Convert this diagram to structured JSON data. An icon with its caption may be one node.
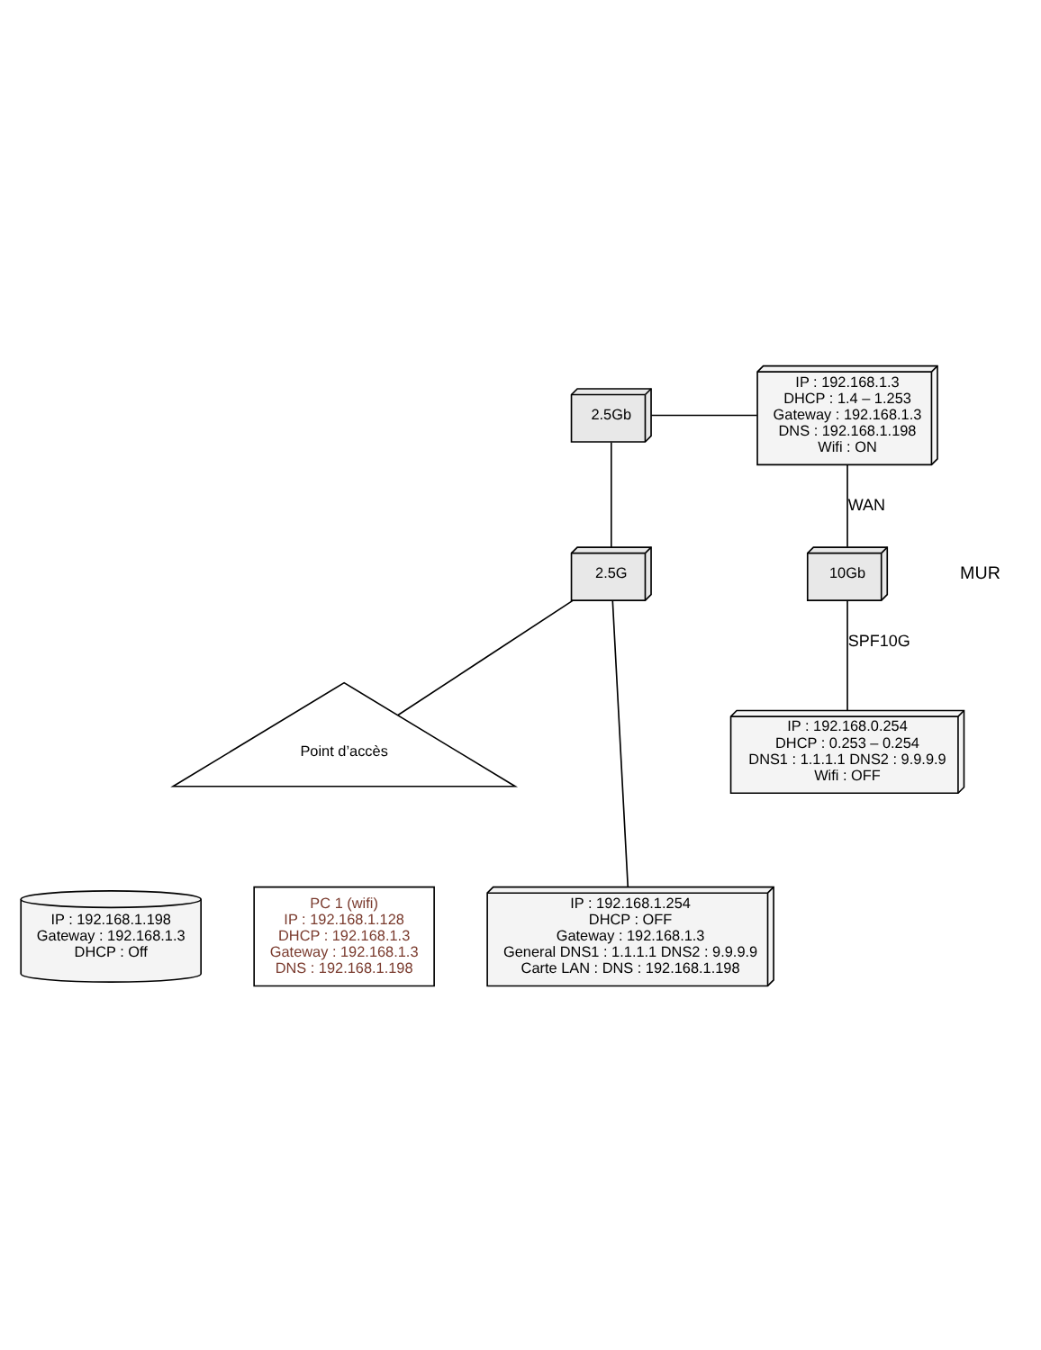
{
  "diagram": {
    "nodes": [
      {
        "text": [
          "2.5Gb"
        ]
      },
      {
        "text": [
          "IP : 192.168.1.3",
          "DHCP : 1.4 – 1.253",
          "Gateway : 192.168.1.3",
          "DNS : 192.168.1.198",
          "Wifi : ON"
        ]
      },
      {
        "text": [
          "2.5G"
        ]
      },
      {
        "text": [
          "10Gb"
        ]
      },
      {
        "text": [
          "Point d’accès"
        ]
      },
      {
        "text": [
          "IP : 192.168.0.254",
          "DHCP : 0.253 – 0.254",
          "DNS1 : 1.1.1.1 DNS2 : 9.9.9.9",
          "Wifi : OFF"
        ]
      },
      {
        "text": [
          "IP : 192.168.1.254",
          "DHCP : OFF",
          "Gateway : 192.168.1.3",
          "General DNS1 : 1.1.1.1 DNS2 : 9.9.9.9",
          "Carte LAN : DNS : 192.168.1.198"
        ]
      },
      {
        "text": [
          "IP : 192.168.1.198",
          "Gateway : 192.168.1.3",
          "DHCP : Off"
        ]
      },
      {
        "text": [
          "PC 1 (wifi)",
          "IP : 192.168.1.128",
          "DHCP : 192.168.1.3",
          "Gateway : 192.168.1.3",
          "DNS : 192.168.1.198"
        ]
      }
    ],
    "edges": [
      {
        "from": 0,
        "to": 1,
        "arrow": "none"
      },
      {
        "from": 3,
        "to": 1,
        "arrow": "none",
        "label": "WAN"
      },
      {
        "from": 0,
        "to": 2,
        "arrow": "none"
      },
      {
        "from": 2,
        "to": 6,
        "arrow": "none"
      },
      {
        "from": 2,
        "to": 4,
        "arrow": "none"
      },
      {
        "from": 3,
        "to": 5,
        "arrow": "none",
        "label": "SPF10G"
      }
    ],
    "labels": [
      "MUR"
    ]
  }
}
